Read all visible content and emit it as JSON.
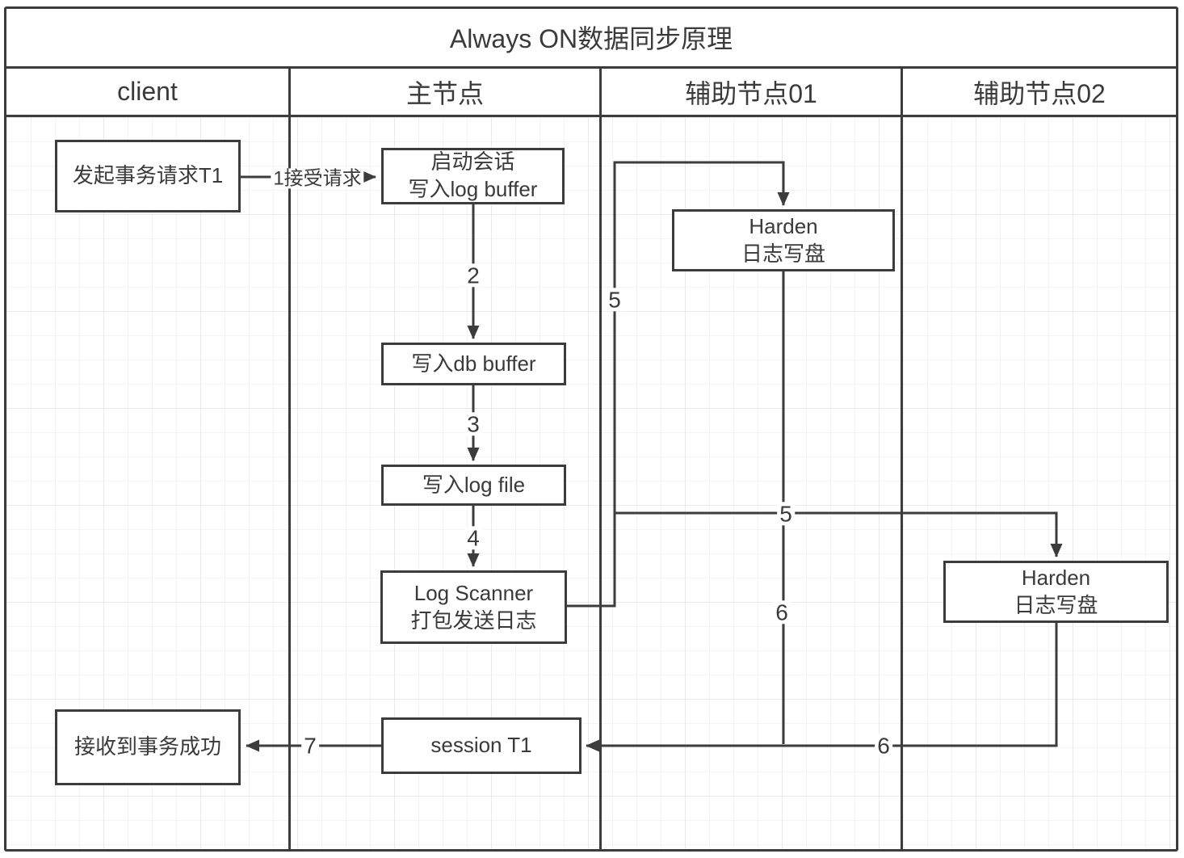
{
  "diagram": {
    "title": "Always ON数据同步原理",
    "lanes": [
      {
        "label": "client"
      },
      {
        "label": "主节点"
      },
      {
        "label": "辅助节点01"
      },
      {
        "label": "辅助节点02"
      }
    ],
    "nodes": {
      "client_request": {
        "lines": [
          "发起事务请求T1"
        ]
      },
      "start_session": {
        "lines": [
          "启动会话",
          "写入log buffer"
        ]
      },
      "db_buffer": {
        "lines": [
          "写入db buffer"
        ]
      },
      "log_file": {
        "lines": [
          "写入log file"
        ]
      },
      "log_scanner": {
        "lines": [
          "Log Scanner",
          "打包发送日志"
        ]
      },
      "harden_01": {
        "lines": [
          "Harden",
          "日志写盘"
        ]
      },
      "harden_02": {
        "lines": [
          "Harden",
          "日志写盘"
        ]
      },
      "session_t1": {
        "lines": [
          "session T1"
        ]
      },
      "received_success": {
        "lines": [
          "接收到事务成功"
        ]
      }
    },
    "edge_labels": {
      "step1": "1接受请求",
      "step2": "2",
      "step3": "3",
      "step4": "4",
      "step5_main": "5",
      "step5_branch": "5",
      "step6_harden01": "6",
      "step6_harden02": "6",
      "step7": "7"
    },
    "colors": {
      "stroke": "#3c3c3c",
      "text": "#3a3a3a",
      "node_fill": "#ffffff",
      "grid_minor": "#f4f4f7",
      "grid_major": "#e9e9ec",
      "background": "#ffffff"
    }
  }
}
